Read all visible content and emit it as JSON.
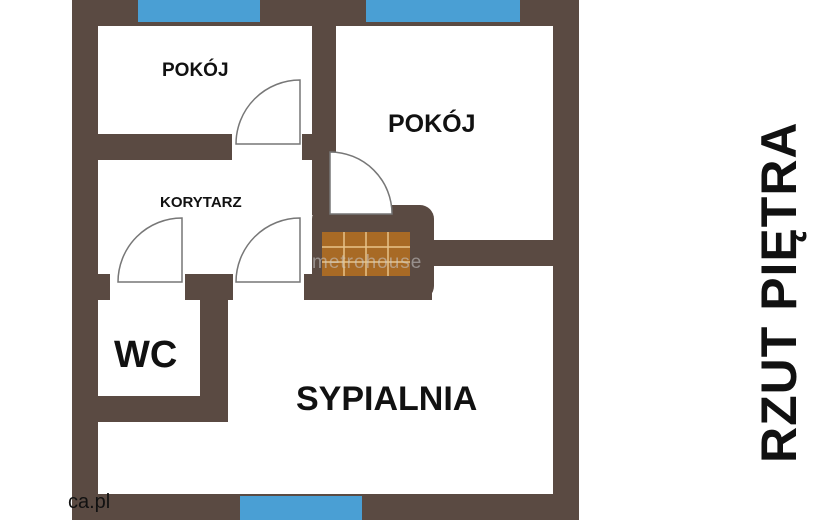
{
  "plan": {
    "rooms": {
      "small_room": "POKÓJ",
      "large_room": "POKÓJ",
      "corridor": "KORYTARZ",
      "wc": "WC",
      "bedroom": "SYPIALNIA"
    },
    "watermark": "metrohouse",
    "title": "RZUT PIĘTRA",
    "corner_text": "ca.pl"
  },
  "colors": {
    "wall": "#5a4a42",
    "window": "#4a9fd4",
    "stairs": "#a86a25",
    "door": "#999999"
  }
}
